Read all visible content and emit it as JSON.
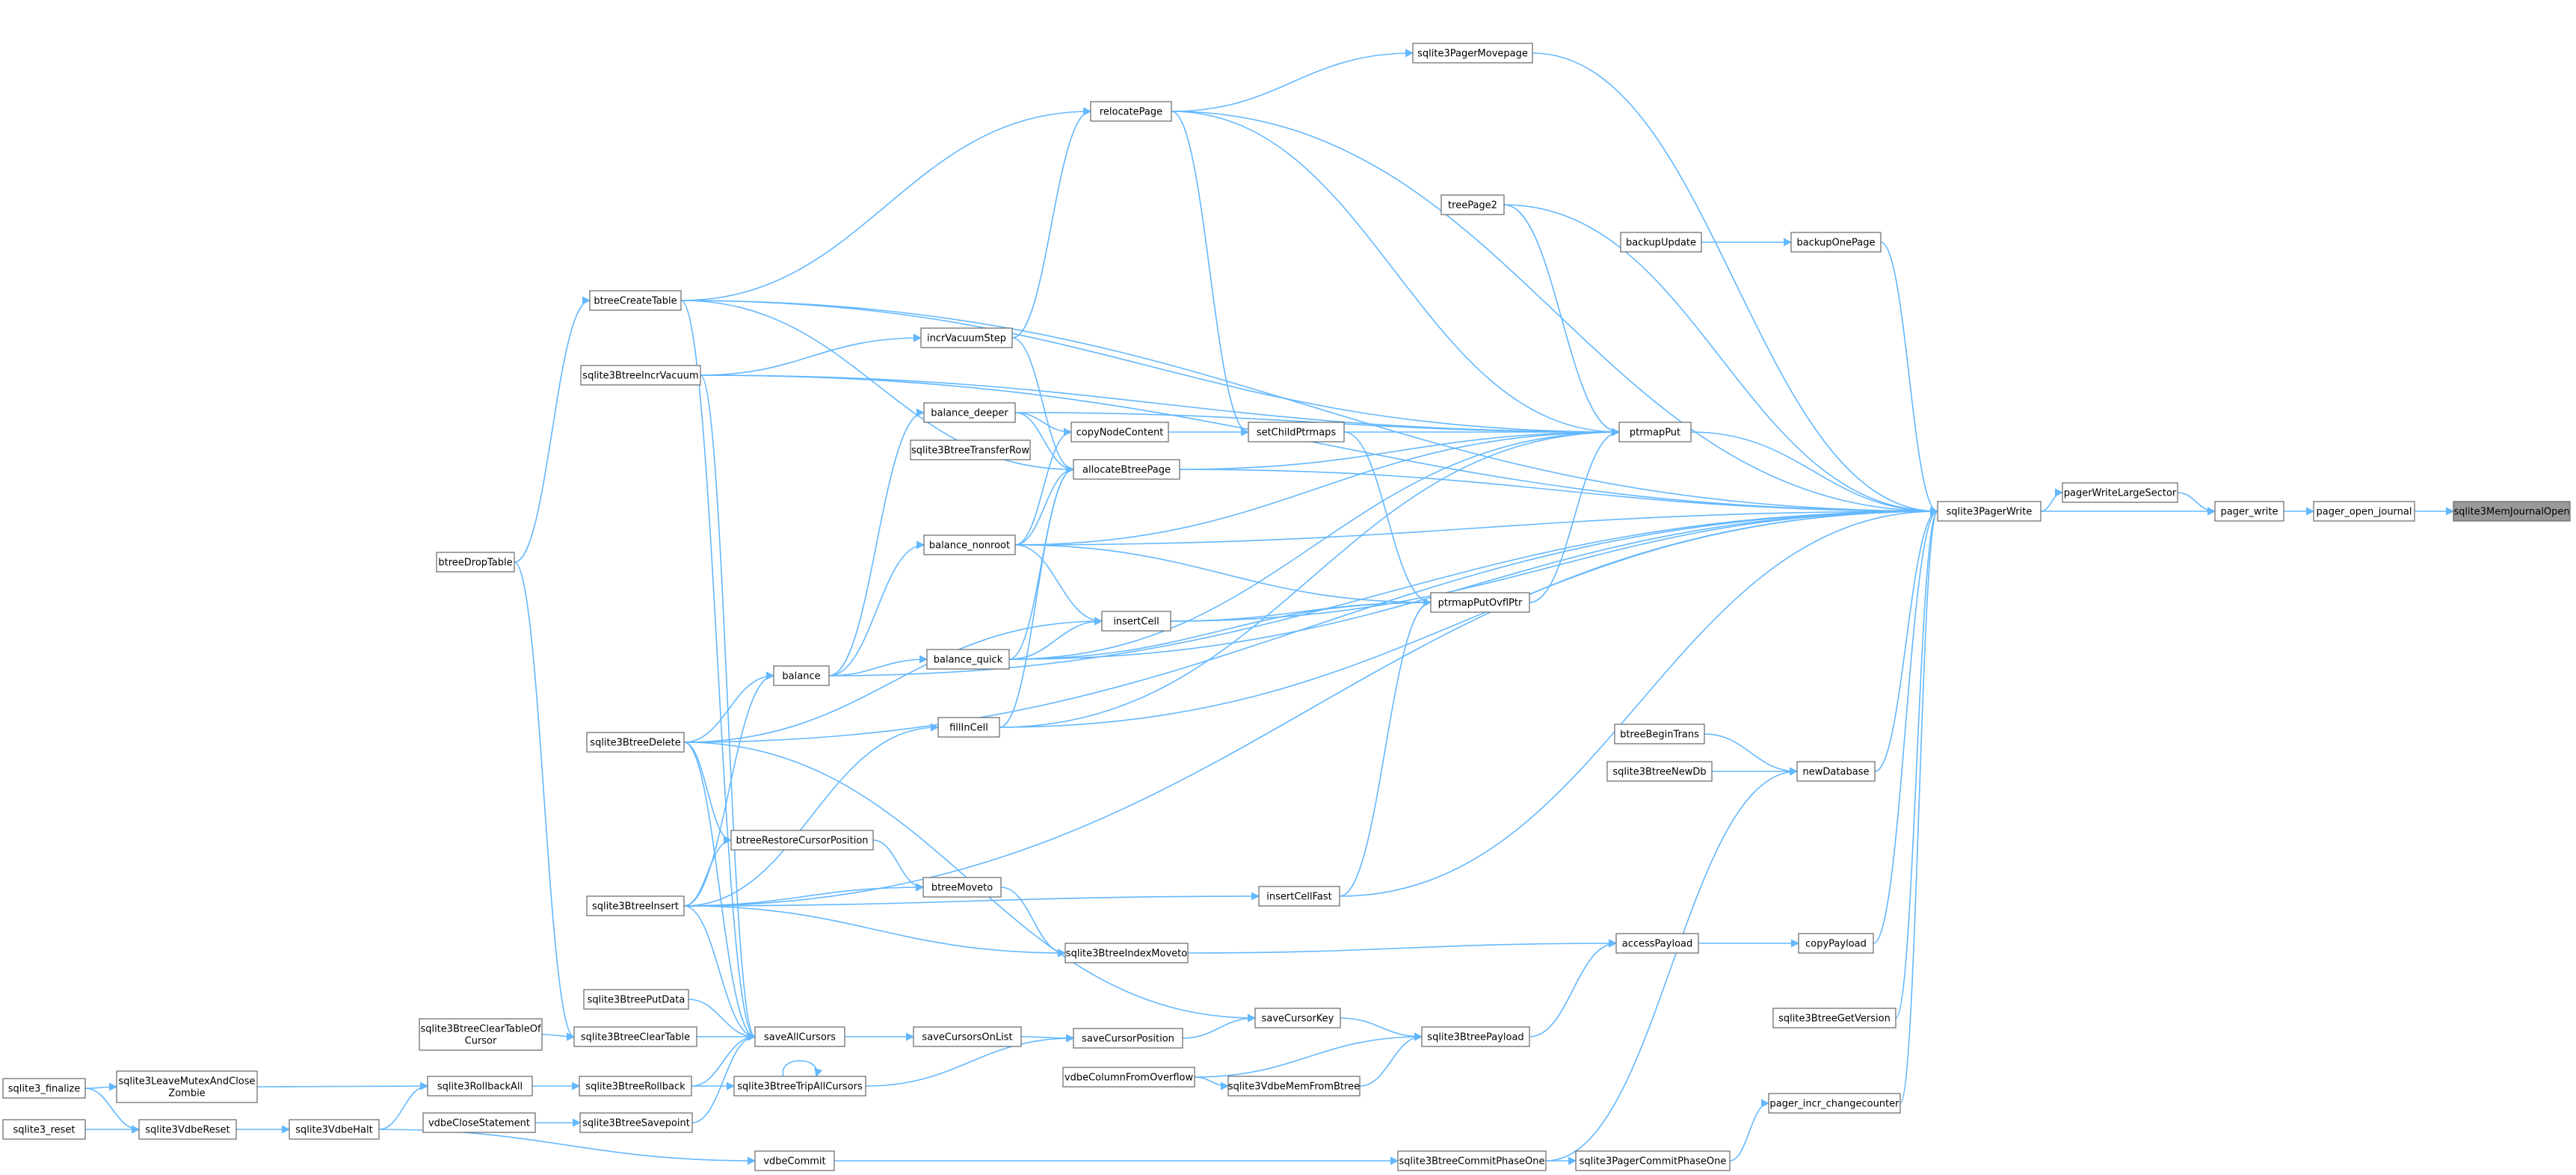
{
  "graph_title": "",
  "edge_color": "#63b8ff",
  "root_fill": "#999999",
  "nodes": [
    {
      "id": "sqlite3MemJournalOpen",
      "label": "sqlite3MemJournalOpen",
      "root": true
    },
    {
      "id": "pager_open_journal",
      "label": "pager_open_journal"
    },
    {
      "id": "pager_write",
      "label": "pager_write"
    },
    {
      "id": "pagerWriteLargeSector",
      "label": "pagerWriteLargeSector"
    },
    {
      "id": "sqlite3PagerWrite",
      "label": "sqlite3PagerWrite"
    },
    {
      "id": "sqlite3PagerMovepage",
      "label": "sqlite3PagerMovepage"
    },
    {
      "id": "relocatePage",
      "label": "relocatePage"
    },
    {
      "id": "treePage2",
      "label": "treePage2"
    },
    {
      "id": "backupUpdate",
      "label": "backupUpdate"
    },
    {
      "id": "backupOnePage",
      "label": "backupOnePage"
    },
    {
      "id": "btreeCreateTable",
      "label": "btreeCreateTable"
    },
    {
      "id": "incrVacuumStep",
      "label": "incrVacuumStep"
    },
    {
      "id": "sqlite3BtreeIncrVacuum",
      "label": "sqlite3BtreeIncrVacuum"
    },
    {
      "id": "balance_deeper",
      "label": "balance_deeper"
    },
    {
      "id": "copyNodeContent",
      "label": "copyNodeContent"
    },
    {
      "id": "setChildPtrmaps",
      "label": "setChildPtrmaps"
    },
    {
      "id": "ptrmapPut",
      "label": "ptrmapPut"
    },
    {
      "id": "sqlite3BtreeTransferRow",
      "label": "sqlite3BtreeTransferRow"
    },
    {
      "id": "allocateBtreePage",
      "label": "allocateBtreePage"
    },
    {
      "id": "btreeDropTable",
      "label": "btreeDropTable"
    },
    {
      "id": "balance_nonroot",
      "label": "balance_nonroot"
    },
    {
      "id": "ptrmapPutOvflPtr",
      "label": "ptrmapPutOvflPtr"
    },
    {
      "id": "insertCell",
      "label": "insertCell"
    },
    {
      "id": "balance",
      "label": "balance"
    },
    {
      "id": "balance_quick",
      "label": "balance_quick"
    },
    {
      "id": "sqlite3BtreeDelete",
      "label": "sqlite3BtreeDelete"
    },
    {
      "id": "fillInCell",
      "label": "fillInCell"
    },
    {
      "id": "btreeBeginTrans",
      "label": "btreeBeginTrans"
    },
    {
      "id": "sqlite3BtreeNewDb",
      "label": "sqlite3BtreeNewDb"
    },
    {
      "id": "newDatabase",
      "label": "newDatabase"
    },
    {
      "id": "btreeRestoreCursorPosition",
      "label": "btreeRestoreCursorPosition"
    },
    {
      "id": "btreeMoveto",
      "label": "btreeMoveto"
    },
    {
      "id": "sqlite3BtreeInsert",
      "label": "sqlite3BtreeInsert"
    },
    {
      "id": "insertCellFast",
      "label": "insertCellFast"
    },
    {
      "id": "sqlite3BtreeIndexMoveto",
      "label": "sqlite3BtreeIndexMoveto"
    },
    {
      "id": "accessPayload",
      "label": "accessPayload"
    },
    {
      "id": "copyPayload",
      "label": "copyPayload"
    },
    {
      "id": "sqlite3BtreePutData",
      "label": "sqlite3BtreePutData"
    },
    {
      "id": "saveCursorKey",
      "label": "saveCursorKey"
    },
    {
      "id": "sqlite3BtreeGetVersion",
      "label": "sqlite3BtreeGetVersion"
    },
    {
      "id": "sqlite3BtreeClearTableOfCursor",
      "label": [
        "sqlite3BtreeClearTableOf",
        "Cursor"
      ]
    },
    {
      "id": "sqlite3BtreeClearTable",
      "label": "sqlite3BtreeClearTable"
    },
    {
      "id": "saveAllCursors",
      "label": "saveAllCursors"
    },
    {
      "id": "saveCursorsOnList",
      "label": "saveCursorsOnList"
    },
    {
      "id": "saveCursorPosition",
      "label": "saveCursorPosition"
    },
    {
      "id": "sqlite3BtreePayload",
      "label": "sqlite3BtreePayload"
    },
    {
      "id": "sqlite3_finalize",
      "label": "sqlite3_finalize"
    },
    {
      "id": "sqlite3LeaveMutexAndCloseZombie",
      "label": [
        "sqlite3LeaveMutexAndClose",
        "Zombie"
      ]
    },
    {
      "id": "sqlite3RollbackAll",
      "label": "sqlite3RollbackAll"
    },
    {
      "id": "sqlite3BtreeRollback",
      "label": "sqlite3BtreeRollback"
    },
    {
      "id": "sqlite3BtreeTripAllCursors",
      "label": "sqlite3BtreeTripAllCursors"
    },
    {
      "id": "vdbeColumnFromOverflow",
      "label": "vdbeColumnFromOverflow"
    },
    {
      "id": "sqlite3VdbeMemFromBtree",
      "label": "sqlite3VdbeMemFromBtree"
    },
    {
      "id": "pager_incr_changecounter",
      "label": "pager_incr_changecounter"
    },
    {
      "id": "vdbeCloseStatement",
      "label": "vdbeCloseStatement"
    },
    {
      "id": "sqlite3BtreeSavepoint",
      "label": "sqlite3BtreeSavepoint"
    },
    {
      "id": "sqlite3_reset",
      "label": "sqlite3_reset"
    },
    {
      "id": "sqlite3VdbeReset",
      "label": "sqlite3VdbeReset"
    },
    {
      "id": "sqlite3VdbeHalt",
      "label": "sqlite3VdbeHalt"
    },
    {
      "id": "vdbeCommit",
      "label": "vdbeCommit"
    },
    {
      "id": "sqlite3BtreeCommitPhaseOne",
      "label": "sqlite3BtreeCommitPhaseOne"
    },
    {
      "id": "sqlite3PagerCommitPhaseOne",
      "label": "sqlite3PagerCommitPhaseOne"
    }
  ],
  "edges": [
    [
      "pager_open_journal",
      "sqlite3MemJournalOpen"
    ],
    [
      "pager_write",
      "pager_open_journal"
    ],
    [
      "pagerWriteLargeSector",
      "pager_write"
    ],
    [
      "sqlite3PagerWrite",
      "pager_write"
    ],
    [
      "sqlite3PagerWrite",
      "pagerWriteLargeSector"
    ],
    [
      "sqlite3PagerMovepage",
      "sqlite3PagerWrite"
    ],
    [
      "relocatePage",
      "sqlite3PagerWrite"
    ],
    [
      "treePage2",
      "sqlite3PagerWrite"
    ],
    [
      "backupOnePage",
      "sqlite3PagerWrite"
    ],
    [
      "btreeCreateTable",
      "sqlite3PagerWrite"
    ],
    [
      "sqlite3BtreeIncrVacuum",
      "sqlite3PagerWrite"
    ],
    [
      "ptrmapPut",
      "sqlite3PagerWrite"
    ],
    [
      "allocateBtreePage",
      "sqlite3PagerWrite"
    ],
    [
      "balance_nonroot",
      "sqlite3PagerWrite"
    ],
    [
      "insertCell",
      "sqlite3PagerWrite"
    ],
    [
      "balance_quick",
      "sqlite3PagerWrite"
    ],
    [
      "fillInCell",
      "sqlite3PagerWrite"
    ],
    [
      "sqlite3BtreeDelete",
      "sqlite3PagerWrite"
    ],
    [
      "balance",
      "sqlite3PagerWrite"
    ],
    [
      "newDatabase",
      "sqlite3PagerWrite"
    ],
    [
      "insertCellFast",
      "sqlite3PagerWrite"
    ],
    [
      "sqlite3BtreeInsert",
      "sqlite3PagerWrite"
    ],
    [
      "copyPayload",
      "sqlite3PagerWrite"
    ],
    [
      "sqlite3BtreeGetVersion",
      "sqlite3PagerWrite"
    ],
    [
      "pager_incr_changecounter",
      "sqlite3PagerWrite"
    ],
    [
      "relocatePage",
      "sqlite3PagerMovepage"
    ],
    [
      "backupUpdate",
      "backupOnePage"
    ],
    [
      "btreeCreateTable",
      "relocatePage"
    ],
    [
      "incrVacuumStep",
      "relocatePage"
    ],
    [
      "sqlite3BtreeIncrVacuum",
      "incrVacuumStep"
    ],
    [
      "btreeCreateTable",
      "allocateBtreePage"
    ],
    [
      "incrVacuumStep",
      "allocateBtreePage"
    ],
    [
      "balance_deeper",
      "allocateBtreePage"
    ],
    [
      "balance_nonroot",
      "allocateBtreePage"
    ],
    [
      "balance_quick",
      "allocateBtreePage"
    ],
    [
      "fillInCell",
      "allocateBtreePage"
    ],
    [
      "balance_deeper",
      "copyNodeContent"
    ],
    [
      "balance_nonroot",
      "copyNodeContent"
    ],
    [
      "copyNodeContent",
      "setChildPtrmaps"
    ],
    [
      "setChildPtrmaps",
      "ptrmapPut"
    ],
    [
      "relocatePage",
      "ptrmapPut"
    ],
    [
      "allocateBtreePage",
      "ptrmapPut"
    ],
    [
      "balance_deeper",
      "ptrmapPut"
    ],
    [
      "balance_nonroot",
      "ptrmapPut"
    ],
    [
      "btreeCreateTable",
      "ptrmapPut"
    ],
    [
      "ptrmapPutOvflPtr",
      "ptrmapPut"
    ],
    [
      "balance_quick",
      "ptrmapPut"
    ],
    [
      "fillInCell",
      "ptrmapPut"
    ],
    [
      "treePage2",
      "ptrmapPut"
    ],
    [
      "sqlite3BtreeIncrVacuum",
      "ptrmapPut"
    ],
    [
      "setChildPtrmaps",
      "ptrmapPutOvflPtr"
    ],
    [
      "relocatePage",
      "setChildPtrmaps"
    ],
    [
      "balance_nonroot",
      "ptrmapPutOvflPtr"
    ],
    [
      "insertCell",
      "ptrmapPutOvflPtr"
    ],
    [
      "balance_quick",
      "ptrmapPutOvflPtr"
    ],
    [
      "insertCellFast",
      "ptrmapPutOvflPtr"
    ],
    [
      "balance_nonroot",
      "insertCell"
    ],
    [
      "balance_quick",
      "insertCell"
    ],
    [
      "sqlite3BtreeDelete",
      "insertCell"
    ],
    [
      "balance",
      "balance_deeper"
    ],
    [
      "balance",
      "balance_nonroot"
    ],
    [
      "balance",
      "balance_quick"
    ],
    [
      "sqlite3BtreeDelete",
      "balance"
    ],
    [
      "sqlite3BtreeInsert",
      "balance"
    ],
    [
      "sqlite3BtreeInsert",
      "fillInCell"
    ],
    [
      "btreeBeginTrans",
      "newDatabase"
    ],
    [
      "sqlite3BtreeNewDb",
      "newDatabase"
    ],
    [
      "sqlite3BtreeCommitPhaseOne",
      "newDatabase"
    ],
    [
      "sqlite3BtreeDelete",
      "btreeRestoreCursorPosition"
    ],
    [
      "sqlite3BtreeInsert",
      "btreeRestoreCursorPosition"
    ],
    [
      "btreeRestoreCursorPosition",
      "btreeMoveto"
    ],
    [
      "sqlite3BtreeInsert",
      "btreeMoveto"
    ],
    [
      "btreeMoveto",
      "sqlite3BtreeIndexMoveto"
    ],
    [
      "sqlite3BtreeInsert",
      "sqlite3BtreeIndexMoveto"
    ],
    [
      "sqlite3BtreeInsert",
      "insertCellFast"
    ],
    [
      "sqlite3BtreeIndexMoveto",
      "accessPayload"
    ],
    [
      "accessPayload",
      "copyPayload"
    ],
    [
      "sqlite3BtreePayload",
      "accessPayload"
    ],
    [
      "sqlite3BtreeDelete",
      "saveCursorKey"
    ],
    [
      "saveCursorPosition",
      "saveCursorKey"
    ],
    [
      "sqlite3BtreeClearTableOfCursor",
      "sqlite3BtreeClearTable"
    ],
    [
      "btreeDropTable",
      "sqlite3BtreeClearTable"
    ],
    [
      "sqlite3BtreeClearTable",
      "saveAllCursors"
    ],
    [
      "sqlite3BtreePutData",
      "saveAllCursors"
    ],
    [
      "btreeCreateTable",
      "saveAllCursors"
    ],
    [
      "sqlite3BtreeIncrVacuum",
      "saveAllCursors"
    ],
    [
      "sqlite3BtreeDelete",
      "saveAllCursors"
    ],
    [
      "sqlite3BtreeInsert",
      "saveAllCursors"
    ],
    [
      "sqlite3BtreeRollback",
      "saveAllCursors"
    ],
    [
      "sqlite3BtreeSavepoint",
      "saveAllCursors"
    ],
    [
      "saveAllCursors",
      "saveCursorsOnList"
    ],
    [
      "saveCursorsOnList",
      "saveCursorPosition"
    ],
    [
      "sqlite3BtreeTripAllCursors",
      "saveCursorPosition"
    ],
    [
      "sqlite3BtreeTripAllCursors",
      "sqlite3BtreeTripAllCursors"
    ],
    [
      "sqlite3BtreeRollback",
      "sqlite3BtreeTripAllCursors"
    ],
    [
      "vdbeColumnFromOverflow",
      "sqlite3VdbeMemFromBtree"
    ],
    [
      "vdbeColumnFromOverflow",
      "sqlite3BtreePayload"
    ],
    [
      "sqlite3VdbeMemFromBtree",
      "sqlite3BtreePayload"
    ],
    [
      "saveCursorKey",
      "sqlite3BtreePayload"
    ],
    [
      "sqlite3_finalize",
      "sqlite3LeaveMutexAndCloseZombie"
    ],
    [
      "sqlite3_finalize",
      "sqlite3VdbeReset"
    ],
    [
      "sqlite3_reset",
      "sqlite3VdbeReset"
    ],
    [
      "sqlite3LeaveMutexAndCloseZombie",
      "sqlite3RollbackAll"
    ],
    [
      "sqlite3VdbeHalt",
      "sqlite3RollbackAll"
    ],
    [
      "sqlite3RollbackAll",
      "sqlite3BtreeRollback"
    ],
    [
      "sqlite3VdbeReset",
      "sqlite3VdbeHalt"
    ],
    [
      "vdbeCloseStatement",
      "sqlite3BtreeSavepoint"
    ],
    [
      "sqlite3VdbeHalt",
      "vdbeCommit"
    ],
    [
      "vdbeCommit",
      "sqlite3BtreeCommitPhaseOne"
    ],
    [
      "sqlite3BtreeCommitPhaseOne",
      "sqlite3PagerCommitPhaseOne"
    ],
    [
      "sqlite3PagerCommitPhaseOne",
      "pager_incr_changecounter"
    ],
    [
      "btreeDropTable",
      "btreeCreateTable"
    ]
  ]
}
